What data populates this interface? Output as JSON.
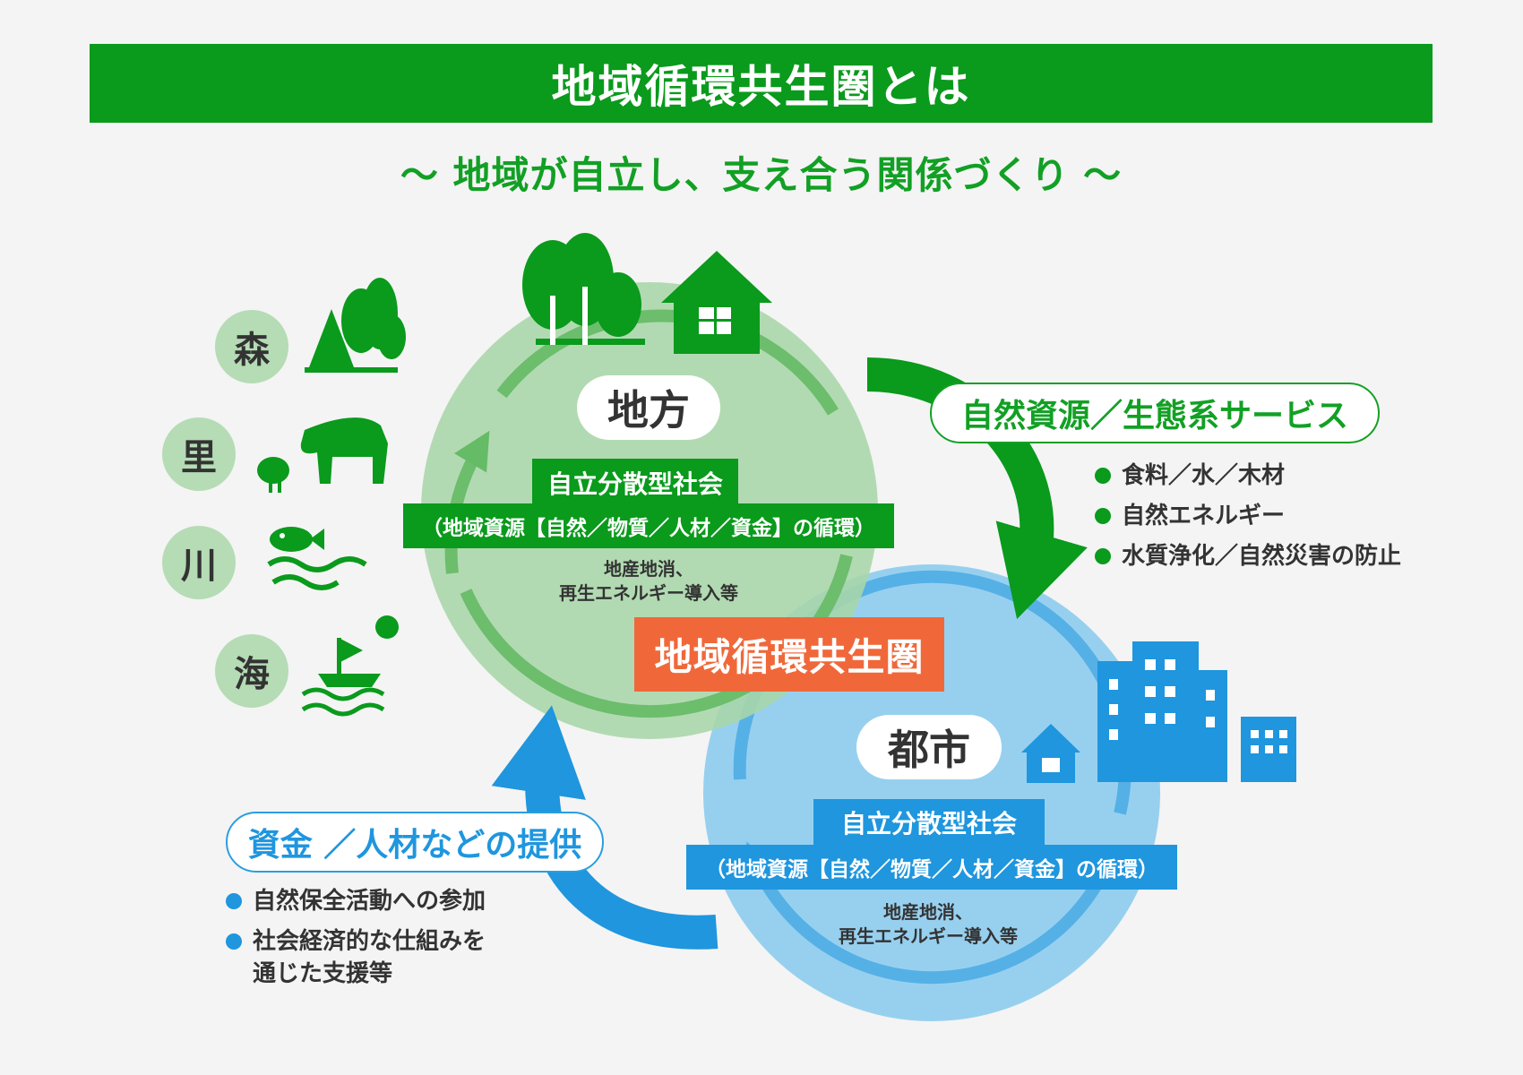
{
  "header": {
    "title": "地域循環共生圏とは",
    "subtitle": "～ 地域が自立し、支え合う関係づくり ～"
  },
  "elements": [
    {
      "label": "森",
      "icon": "forest-icon"
    },
    {
      "label": "里",
      "icon": "livestock-icon"
    },
    {
      "label": "川",
      "icon": "river-fish-icon"
    },
    {
      "label": "海",
      "icon": "sea-boat-icon"
    }
  ],
  "rural": {
    "name": "地方",
    "band": "自立分散型社会",
    "cycle": "（地域資源【自然／物質／人材／資金】の循環）",
    "note_line1": "地産地消、",
    "note_line2": "再生エネルギー導入等"
  },
  "urban": {
    "name": "都市",
    "band": "自立分散型社会",
    "cycle": "（地域資源【自然／物質／人材／資金】の循環）",
    "note_line1": "地産地消、",
    "note_line2": "再生エネルギー導入等"
  },
  "center_label": "地域循環共生圏",
  "flow_to_city": {
    "label": "自然資源／生態系サービス",
    "items": [
      "食料／水／木材",
      "自然エネルギー",
      "水質浄化／自然災害の防止"
    ]
  },
  "flow_to_rural": {
    "label": "資金 ／人材などの提供",
    "items": [
      "自然保全活動への参加",
      "社会経済的な仕組みを",
      "通じた支援等"
    ]
  },
  "colors": {
    "green": "#0a9a1c",
    "light_green": "#a9d6a9",
    "blue": "#1f96de",
    "light_blue": "#8dccee",
    "orange": "#f0683a",
    "background": "#f4f4f4"
  }
}
